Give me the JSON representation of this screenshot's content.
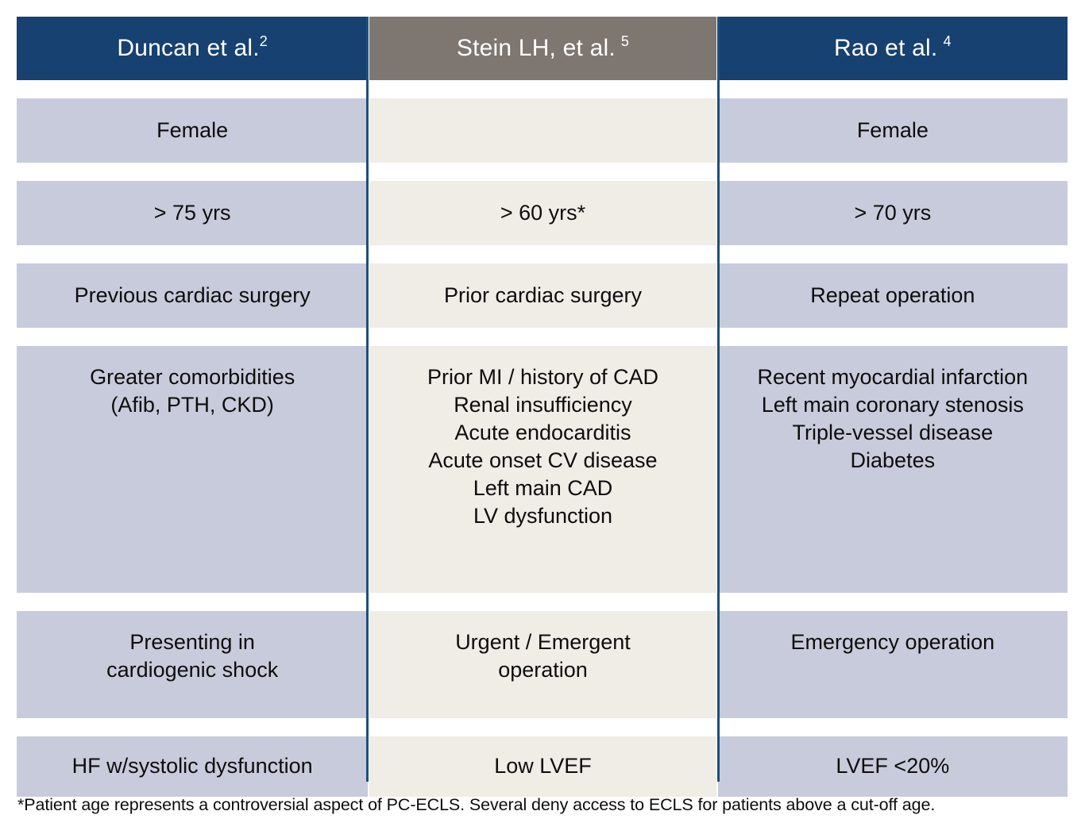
{
  "table": {
    "columns": [
      {
        "id": "duncan",
        "header": "Duncan et al.",
        "superscript": "2",
        "header_style": "blue"
      },
      {
        "id": "stein",
        "header": "Stein LH, et al.",
        "superscript": "5",
        "header_style": "taupe"
      },
      {
        "id": "rao",
        "header": "Rao et al.",
        "superscript": "4",
        "header_style": "blue"
      }
    ],
    "rows": [
      {
        "id": "sex",
        "cells": [
          "Female",
          "",
          "Female"
        ]
      },
      {
        "id": "age",
        "cells": [
          "> 75 yrs",
          "> 60 yrs*",
          "> 70 yrs"
        ]
      },
      {
        "id": "prior-surgery",
        "cells": [
          "Previous cardiac surgery",
          "Prior cardiac surgery",
          "Repeat operation"
        ]
      },
      {
        "id": "comorbidities",
        "cells": [
          "Greater comorbidities\n(Afib, PTH, CKD)",
          "Prior MI / history of CAD\nRenal insufficiency\nAcute endocarditis\nAcute onset CV disease\nLeft main CAD\nLV dysfunction",
          "Recent myocardial infarction\nLeft main coronary stenosis\nTriple-vessel disease\nDiabetes"
        ]
      },
      {
        "id": "acuity",
        "cells": [
          "Presenting in\ncardiogenic shock",
          "Urgent / Emergent\noperation",
          "Emergency operation"
        ]
      },
      {
        "id": "ventricular-function",
        "cells": [
          "HF w/systolic dysfunction",
          "Low LVEF",
          "LVEF <20%"
        ]
      }
    ]
  },
  "footnote": {
    "text": "*Patient age represents a controversial aspect of PC-ECLS. Several deny access to ECLS for patients above a cut-off age."
  },
  "colors": {
    "header_blue": "#164170",
    "header_taupe": "#7e7671",
    "cell_periwinkle": "#c8cbdb",
    "cell_cream": "#f0ece6",
    "divider_blue": "#1d4f7c",
    "page_background": "#ffffff",
    "header_text": "#ffffff",
    "body_text": "#0d0d0d"
  }
}
